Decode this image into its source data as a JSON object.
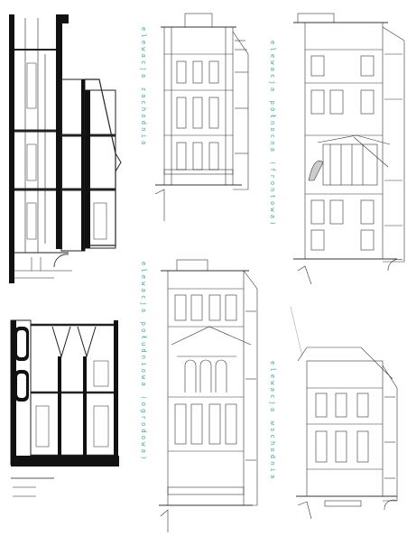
{
  "sheet": {
    "labels": {
      "west": "elewacja zachodnia",
      "north": "elewacja północna (frontowa)",
      "south": "elewacja południowa (ogrodowa)",
      "east": "elewacja wschodnia"
    },
    "colors": {
      "ink": "#222222",
      "label": "#2fb39a",
      "paper": "#ffffff"
    }
  }
}
